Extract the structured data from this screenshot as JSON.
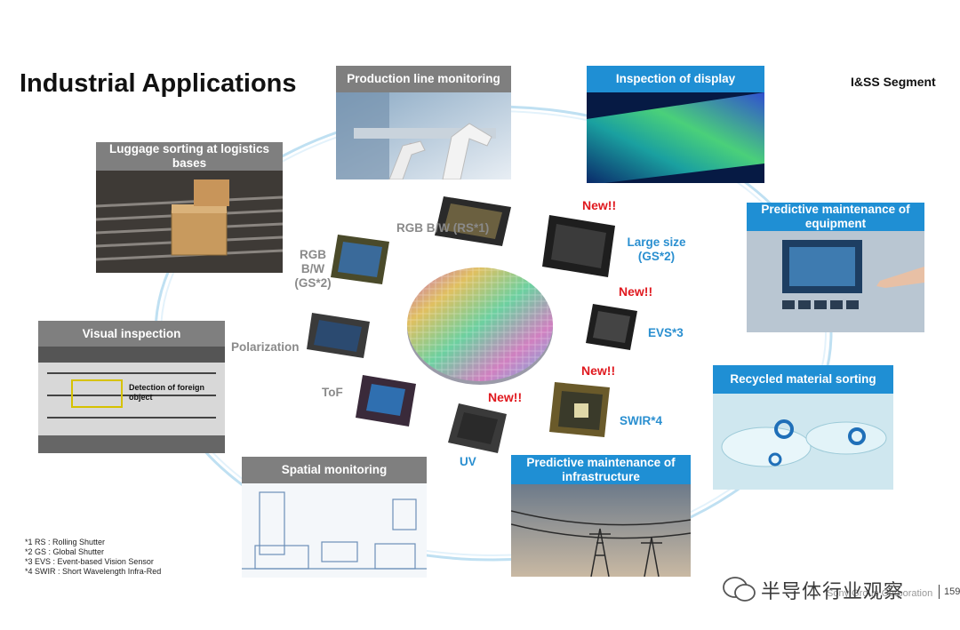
{
  "header": {
    "title": "Industrial Applications",
    "segment": "I&SS Segment"
  },
  "cards": {
    "production": "Production line monitoring",
    "luggage": "Luggage sorting at logistics bases",
    "visual": "Visual inspection",
    "visual_annotation": "Detection of foreign object",
    "spatial": "Spatial monitoring",
    "display": "Inspection of display",
    "equipment": "Predictive maintenance of equipment",
    "recycled": "Recycled material sorting",
    "infrastructure": "Predictive maintenance of infrastructure"
  },
  "sensors": {
    "rgb_rs": "RGB B/W (RS*1)",
    "rgb_gs": "RGB B/W (GS*2)",
    "large": "Large size (GS*2)",
    "evs": "EVS*3",
    "polarization": "Polarization",
    "tof": "ToF",
    "swir": "SWIR*4",
    "uv": "UV",
    "new": "New!!"
  },
  "footnotes": [
    "*1 RS : Rolling Shutter",
    "*2 GS : Global Shutter",
    "*3 EVS : Event-based Vision Sensor",
    "*4 SWIR : Short Wavelength Infra-Red"
  ],
  "footer": {
    "watermark": "半导体行业观察",
    "behind_watermark": "Sony Group Corporation",
    "page": "159"
  }
}
